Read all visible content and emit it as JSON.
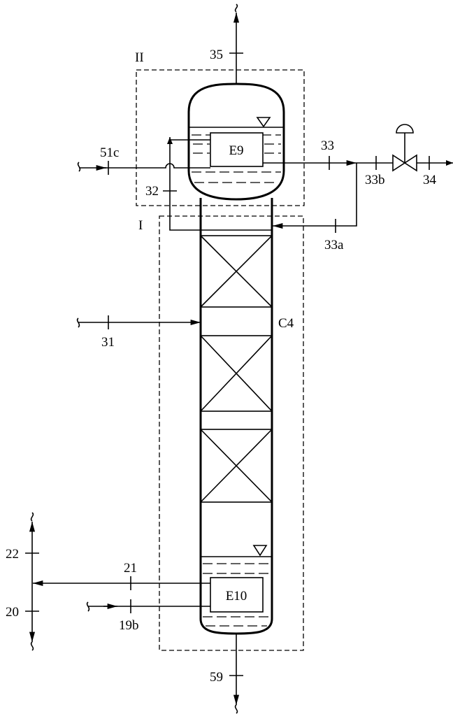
{
  "boundaries": {
    "zone_I": "I",
    "zone_II": "II"
  },
  "equipment": {
    "column": "C4",
    "top_exchanger": "E9",
    "bottom_exchanger": "E10"
  },
  "streams": {
    "s35": "35",
    "s51c": "51c",
    "s33": "33",
    "s33b": "33b",
    "s34": "34",
    "s32": "32",
    "s33a": "33a",
    "s31": "31",
    "s22": "22",
    "s21": "21",
    "s20": "20",
    "s19b": "19b",
    "s59": "59"
  },
  "icons": [
    "level-indicator-icon",
    "control-valve-icon",
    "break-symbol-icon"
  ]
}
